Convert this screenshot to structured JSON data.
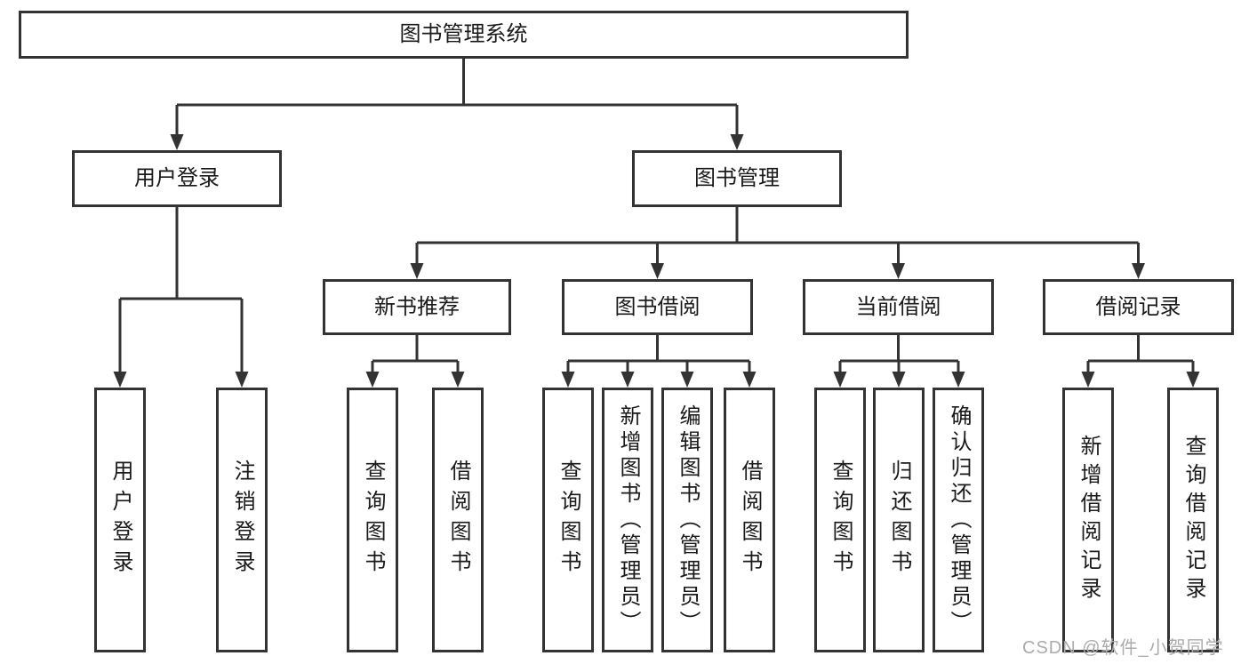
{
  "diagram": {
    "root": {
      "label": "图书管理系统"
    },
    "level2": [
      {
        "label": "用户登录"
      },
      {
        "label": "图书管理"
      }
    ],
    "level3": [
      {
        "label": "新书推荐"
      },
      {
        "label": "图书借阅"
      },
      {
        "label": "当前借阅"
      },
      {
        "label": "借阅记录"
      }
    ],
    "leaves": {
      "user_login": [
        {
          "label": "用户登录"
        },
        {
          "label": "注销登录"
        }
      ],
      "new_book_recommend": [
        {
          "label": "查询图书"
        },
        {
          "label": "借阅图书"
        }
      ],
      "book_borrow": [
        {
          "label": "查询图书"
        },
        {
          "label": "新增图书（管理员）"
        },
        {
          "label": "编辑图书（管理员）"
        },
        {
          "label": "借阅图书"
        }
      ],
      "current_borrow": [
        {
          "label": "查询图书"
        },
        {
          "label": "归还图书"
        },
        {
          "label": "确认归还（管理员）"
        }
      ],
      "borrow_records": [
        {
          "label": "新增借阅记录"
        },
        {
          "label": "查询借阅记录"
        }
      ]
    }
  },
  "watermark": {
    "text": "CSDN @软件_小贺同学"
  },
  "colors": {
    "line": "#333333",
    "text": "#1a1a1a",
    "background": "#ffffff",
    "watermark": "#ababab"
  }
}
